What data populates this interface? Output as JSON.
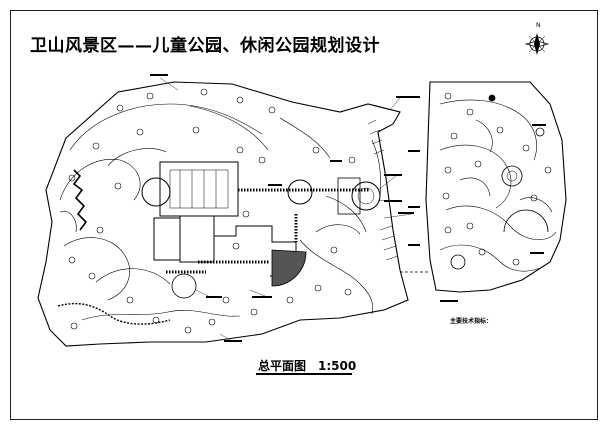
{
  "drawing": {
    "title": "卫山风景区——儿童公园、休闲公园规划设计",
    "plan_label": "总平面图",
    "scale": "1:500",
    "spec_label": "主要技术指标：",
    "north_label": "N"
  }
}
